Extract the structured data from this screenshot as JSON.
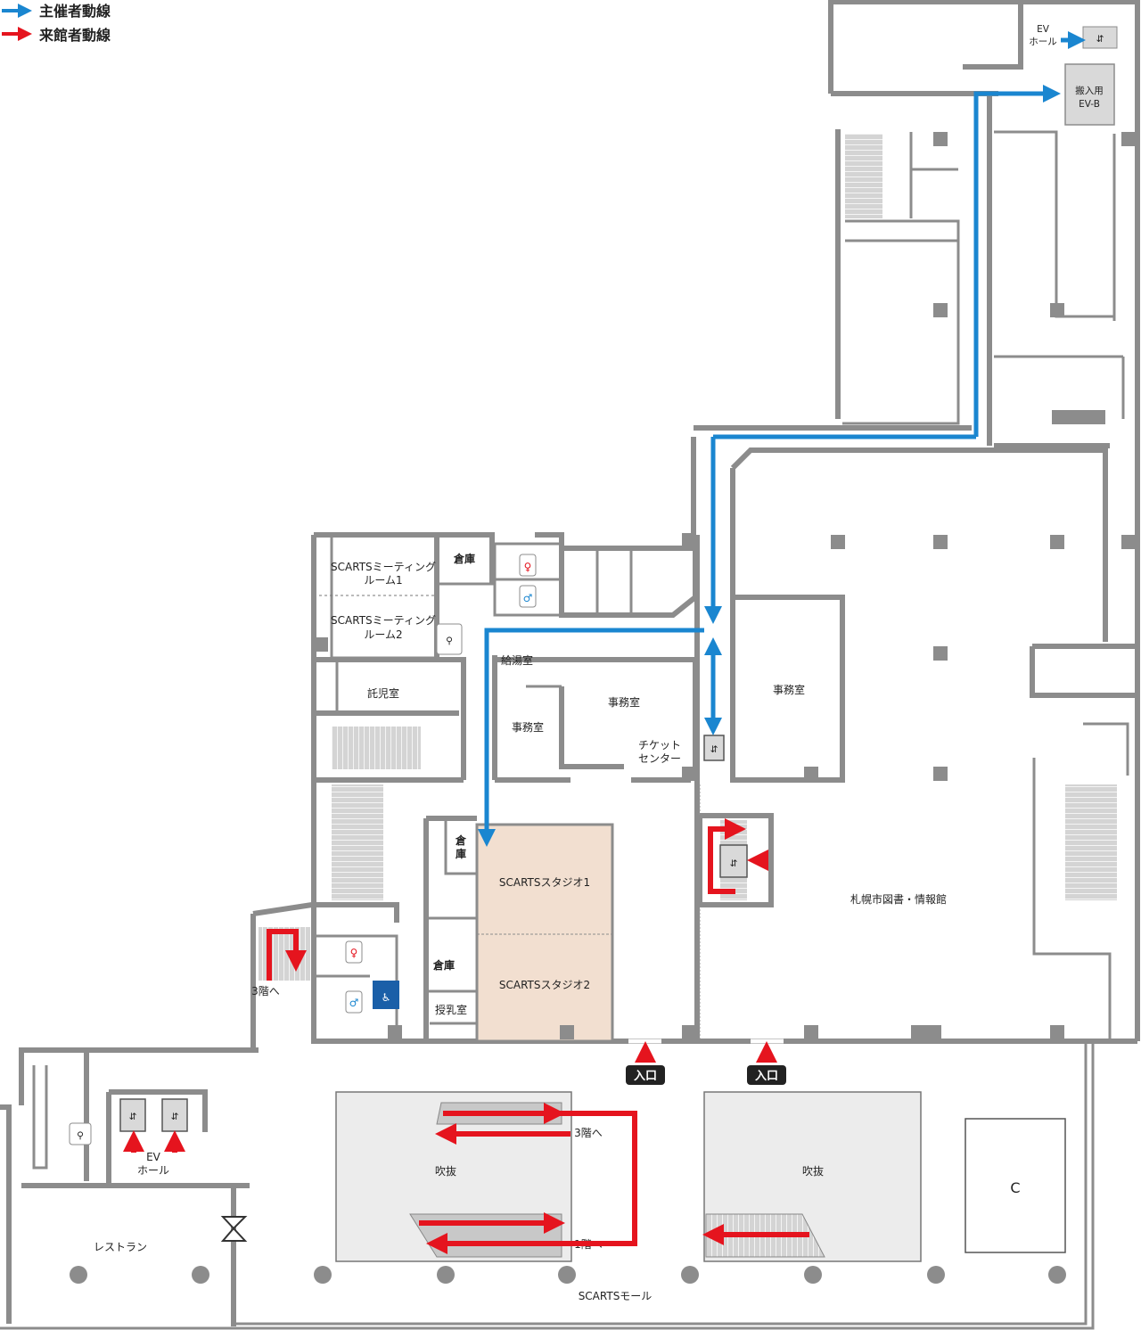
{
  "legend": {
    "organizer": {
      "label": "主催者動線",
      "color": "#1a86d0"
    },
    "visitor": {
      "label": "来館者動線",
      "color": "#e5141e"
    }
  },
  "rooms": {
    "meeting1_l1": "SCARTSミーティング",
    "meeting1_l2": "ルーム1",
    "meeting2_l1": "SCARTSミーティング",
    "meeting2_l2": "ルーム2",
    "storage_top": "倉庫",
    "childcare": "託児室",
    "kitchenette": "給湯室",
    "office_left": "事務室",
    "office_center": "事務室",
    "office_right": "事務室",
    "ticket_l1": "チケット",
    "ticket_l2": "センター",
    "storage_mid_l1": "倉",
    "storage_mid_l2": "庫",
    "storage_low": "倉庫",
    "nursing": "授乳室",
    "studio1": "SCARTSスタジオ1",
    "studio2": "SCARTSスタジオ2",
    "library": "札幌市図書・情報館",
    "ev_hall_top_l1": "EV",
    "ev_hall_top_l2": "ホール",
    "cargo_ev_l1": "搬入用",
    "cargo_ev_l2": "EV-B",
    "ev_hall_bottom_l1": "EV",
    "ev_hall_bottom_l2": "ホール",
    "restaurant": "レストラン",
    "atrium_left": "吹抜",
    "atrium_right": "吹抜",
    "mall": "SCARTSモール",
    "block_c": "C"
  },
  "labels": {
    "to_3f_stairs": "3階へ",
    "to_3f_escalator": "3階へ",
    "to_1f_escalator": "1階へ",
    "entrance_1": "入口",
    "entrance_2": "入口"
  },
  "colors": {
    "wall": "#8c8c8c",
    "studio": "#f2dfd0",
    "atrium": "#ececec",
    "stair": "#d0d0d0",
    "entrance_badge": "#222222"
  }
}
